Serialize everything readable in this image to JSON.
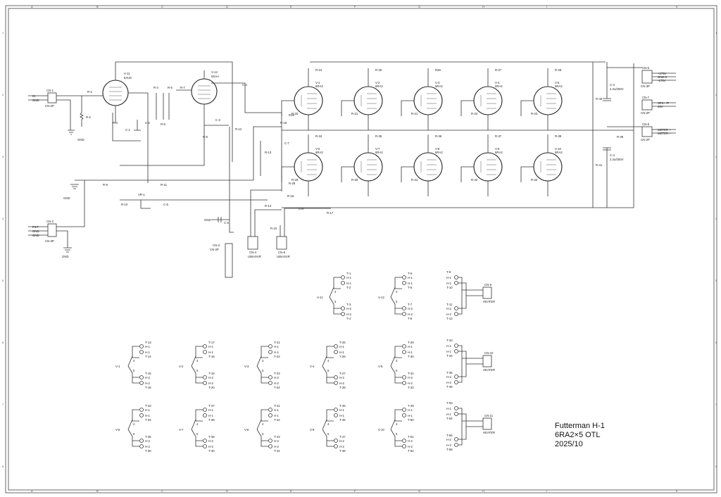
{
  "title_block": {
    "line1": "Futterman H-1",
    "line2": "6RA2×5 OTL",
    "line3": "2025/10"
  },
  "grid": {
    "columns": [
      "A",
      "B",
      "C",
      "D",
      "E",
      "F",
      "G",
      "H",
      "I",
      "K"
    ],
    "rows": [
      "1",
      "2",
      "3",
      "4",
      "5",
      "6",
      "7",
      "8"
    ]
  },
  "input_section": {
    "cn1": {
      "name": "CN-1",
      "type": "CN-2P",
      "pins": [
        "IN",
        "GND"
      ]
    },
    "cn2": {
      "name": "CN-2",
      "type": "CN-3P",
      "pins": [
        "FILT",
        "GND",
        "GND"
      ]
    },
    "cn3": {
      "name": "CN-3",
      "type": "CN-2P"
    },
    "cn4": {
      "name": "CN-4",
      "type": "UBIASVR"
    },
    "cn5": {
      "name": "CN-5",
      "type": "UBIASVR"
    },
    "gnd": "GND",
    "v11": {
      "name": "V-11",
      "type": "6AU6"
    },
    "v12": {
      "name": "V-12",
      "type": "6SAA"
    },
    "vr1": "VR-1",
    "resistors": [
      "R-1",
      "R-2",
      "R-3",
      "R-4",
      "R-5",
      "R-6",
      "R-7",
      "R-8",
      "R-9",
      "R-10",
      "R-11",
      "R-12",
      "R-13",
      "R-14",
      "R-15",
      "R-16",
      "R-17",
      "R-18",
      "R19",
      "R-29"
    ],
    "caps": [
      "C-1",
      "C-2",
      "C-3",
      "C-4",
      "C-5",
      "C-6",
      "C-7",
      "C-8"
    ]
  },
  "output_tubes": [
    {
      "name": "V-1",
      "type": "6RA2",
      "plate_r": "R-24",
      "bias_r": "R-20"
    },
    {
      "name": "V-2",
      "type": "6RA2",
      "plate_r": "R-25",
      "bias_r": "R-21"
    },
    {
      "name": "V-3",
      "type": "6RA2",
      "plate_r": "R26",
      "bias_r": "R-21"
    },
    {
      "name": "V-4",
      "type": "6RA2",
      "plate_r": "R-27",
      "bias_r": "R-22"
    },
    {
      "name": "V-5",
      "type": "6RA2",
      "plate_r": "R-28",
      "bias_r": "R-23"
    },
    {
      "name": "V-6",
      "type": "6RA2",
      "plate_r": "R-34",
      "bias_r": "R-29"
    },
    {
      "name": "V-7",
      "type": "6RA2",
      "plate_r": "R-35",
      "bias_r": "R-30"
    },
    {
      "name": "V-8",
      "type": "6RA2",
      "plate_r": "R-36",
      "bias_r": "R-31"
    },
    {
      "name": "V-9",
      "type": "6RA2",
      "plate_r": "R-37",
      "bias_r": "R-32"
    },
    {
      "name": "V-10",
      "type": "6RA2",
      "plate_r": "R-38",
      "bias_r": "R-33"
    }
  ],
  "power_section": {
    "c3": {
      "name": "C-3",
      "value": "2.2u/250V"
    },
    "c4": {
      "name": "C-4",
      "value": "2.2u/250V"
    },
    "r40": "R-40",
    "r41": "R-41",
    "r39": "R-39",
    "cn6": {
      "name": "CN-6",
      "type": "CN-3P",
      "pins": [
        "+175V",
        "GND 2",
        "-175V"
      ]
    },
    "cn7": {
      "name": "CN-7",
      "type": "CN-2P",
      "pins": [
        "SPK+ /P",
        "48V"
      ]
    },
    "cn8": {
      "name": "CN-8",
      "type": "CN-2P",
      "pins": [
        "METER +",
        "METER -"
      ]
    }
  },
  "heater_groups": [
    {
      "tube": "V-11",
      "t": [
        "T-1",
        "T-2",
        "T-3",
        "T-4"
      ]
    },
    {
      "tube": "V-12",
      "t": [
        "T-5",
        "T-6",
        "T-7",
        "T-8"
      ]
    },
    {
      "tube": "V-1",
      "t": [
        "T-13",
        "T-14",
        "T-15",
        "T-16"
      ]
    },
    {
      "tube": "V-2",
      "t": [
        "T-17",
        "T-18",
        "T-19",
        "T-20"
      ]
    },
    {
      "tube": "V-3",
      "t": [
        "T-21",
        "T-22",
        "T-23",
        "T-24"
      ]
    },
    {
      "tube": "V-4",
      "t": [
        "T-25",
        "T-26",
        "T-27",
        "T-28"
      ]
    },
    {
      "tube": "V-5",
      "t": [
        "T-29",
        "T-30",
        "T-31",
        "T-32"
      ]
    },
    {
      "tube": "V-6",
      "t": [
        "T-33",
        "T-34",
        "T-35",
        "T-36"
      ]
    },
    {
      "tube": "V-7",
      "t": [
        "T-37",
        "T-38",
        "T-39",
        "T-40"
      ]
    },
    {
      "tube": "V-8",
      "t": [
        "T-41",
        "T-42",
        "T-43",
        "T-44"
      ]
    },
    {
      "tube": "V-9",
      "t": [
        "T-45",
        "T-46",
        "T-47",
        "T-48"
      ]
    },
    {
      "tube": "V-10",
      "t": [
        "T-49",
        "T-50",
        "T-51",
        "T-52"
      ]
    }
  ],
  "heater_connectors": [
    {
      "name": "CN-9",
      "label": "HEATER",
      "t": [
        "T-9",
        "T-10",
        "T-11",
        "T-12"
      ]
    },
    {
      "name": "CN-10",
      "label": "HEATER",
      "t": [
        "T-33",
        "T-34",
        "T-35",
        "T-36"
      ]
    },
    {
      "name": "CN-11",
      "label": "HEATER",
      "t": [
        "T-53",
        "T-54",
        "T-55",
        "T-56"
      ]
    }
  ],
  "pin_labels": {
    "h1": "H-1",
    "h2": "H-2",
    "p4": "4",
    "p5": "5"
  }
}
